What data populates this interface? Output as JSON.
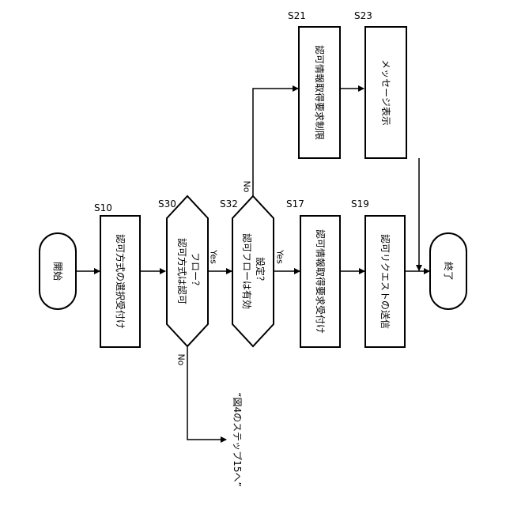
{
  "figure": {
    "start": "開始",
    "end": "終了",
    "s10": {
      "step": "S10",
      "text": "認可方式の選択受付け"
    },
    "s30": {
      "step": "S30",
      "line1": "認可方式は認可",
      "line2": "フロー？"
    },
    "s32": {
      "step": "S32",
      "line1": "認可フローは有効",
      "line2": "設定？"
    },
    "s17": {
      "step": "S17",
      "text": "認可情報取得要求受付け"
    },
    "s19": {
      "step": "S19",
      "text": "認可リクエストの送信"
    },
    "s21": {
      "step": "S21",
      "text": "認可情報取得要求制限"
    },
    "s23": {
      "step": "S23",
      "text": "メッセージ表示"
    },
    "yes": "Yes",
    "no": "No",
    "offpage": "“図4のステップ15へ”"
  }
}
